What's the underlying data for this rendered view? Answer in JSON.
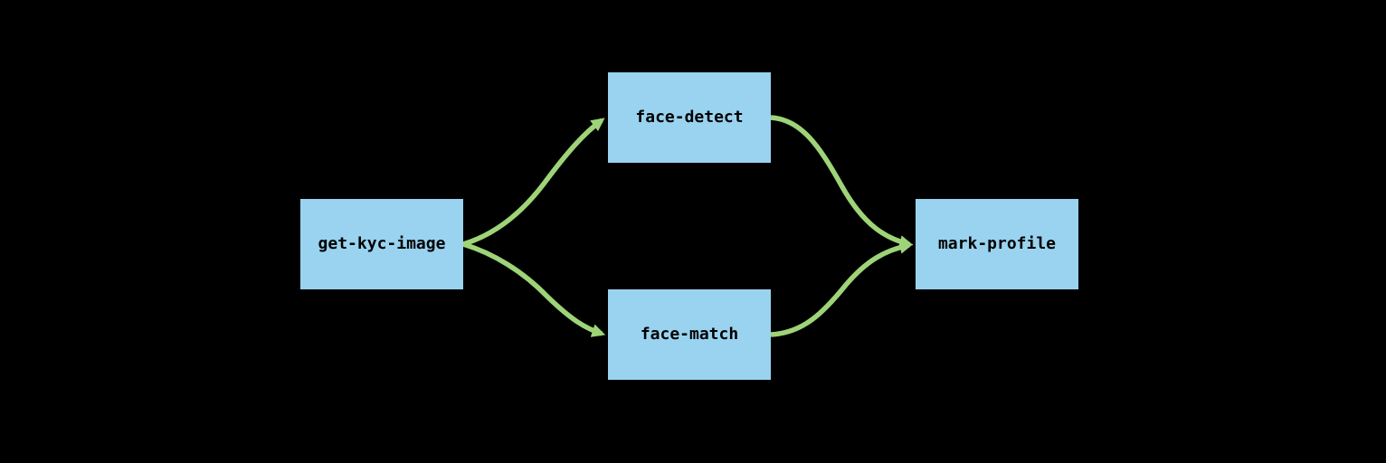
{
  "diagram": {
    "type": "workflow-dag",
    "nodes": [
      {
        "id": "get-kyc-image",
        "label": "get-kyc-image"
      },
      {
        "id": "face-detect",
        "label": "face-detect"
      },
      {
        "id": "face-match",
        "label": "face-match"
      },
      {
        "id": "mark-profile",
        "label": "mark-profile"
      }
    ],
    "edges": [
      {
        "from": "get-kyc-image",
        "to": "face-detect"
      },
      {
        "from": "get-kyc-image",
        "to": "face-match"
      },
      {
        "from": "face-detect",
        "to": "mark-profile"
      },
      {
        "from": "face-match",
        "to": "mark-profile"
      }
    ],
    "colors": {
      "background": "#000000",
      "node_fill": "#99d3f0",
      "node_text": "#000000",
      "edge": "#9ed477"
    }
  }
}
